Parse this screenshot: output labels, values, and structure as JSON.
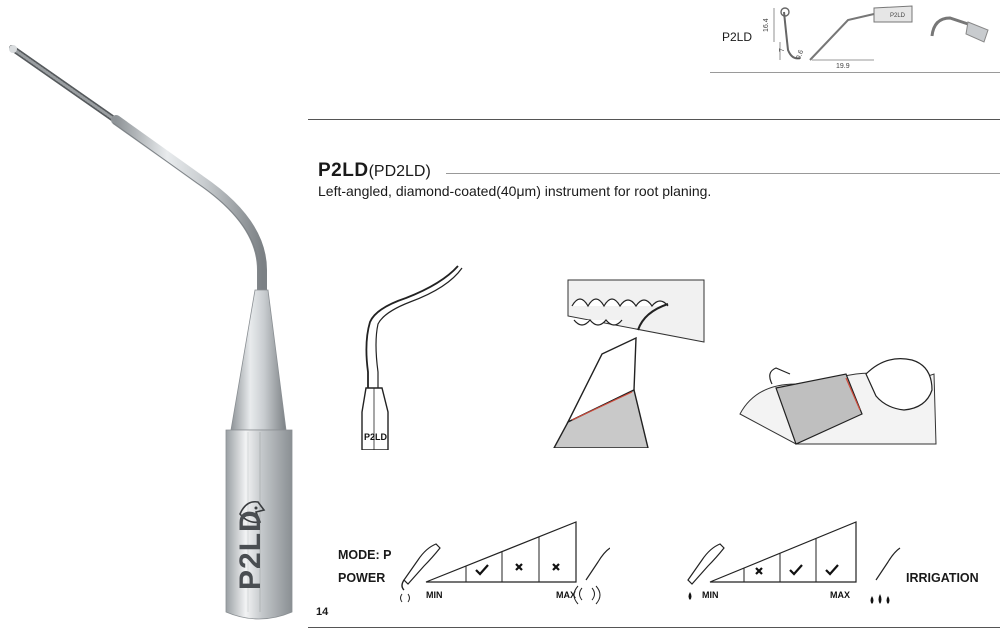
{
  "product": {
    "code": "P2LD",
    "alt_code": "(PD2LD)",
    "description": "Left-angled, diamond-coated(40μm) instrument for root planing.",
    "tip_engraving": "P2LD"
  },
  "dimension_drawing": {
    "model_label": "P2LD",
    "dims": [
      "16.4",
      "7",
      "0.6",
      "19.9"
    ],
    "connector_label": "P2LD"
  },
  "illustration": {
    "tip_label": "P2LD"
  },
  "power_scale": {
    "mode_label": "MODE: P",
    "power_label": "POWER",
    "min_label": "MIN",
    "max_label": "MAX",
    "levels": [
      "ok",
      "no",
      "no"
    ]
  },
  "irrigation_scale": {
    "label": "IRRIGATION",
    "min_label": "MIN",
    "max_label": "MAX",
    "levels": [
      "no",
      "ok",
      "ok"
    ]
  },
  "footer": {
    "page_number": "14"
  }
}
